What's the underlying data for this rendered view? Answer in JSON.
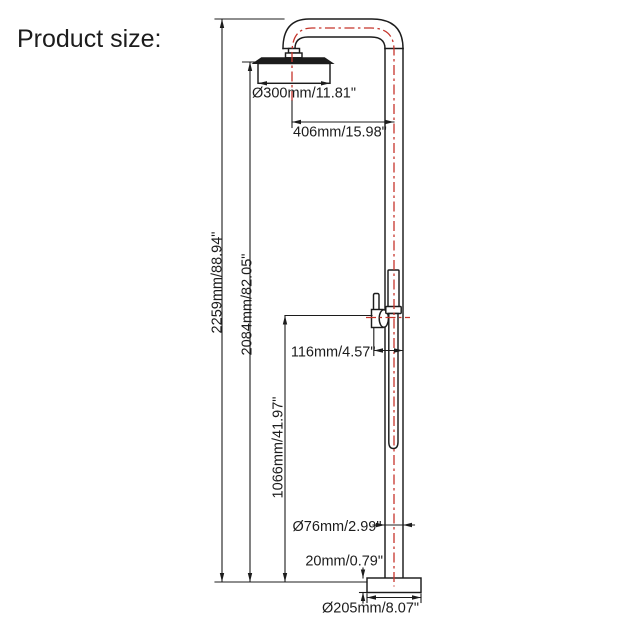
{
  "page": {
    "title": "Product size:"
  },
  "colors": {
    "line": "#1c1c1c",
    "centerline": "#c5342b",
    "background": "#ffffff",
    "text": "#1c1c1c"
  },
  "diagram": {
    "subject": "freestanding shower column technical drawing",
    "labels": {
      "head_diameter": "Ø300mm/11.81\"",
      "arm_reach": "406mm/15.98\"",
      "total_height": "2259mm/88.94\"",
      "height_to_head": "2084mm/82.05\"",
      "valve_depth": "116mm/4.57\"",
      "height_to_valve": "1066mm/41.97\"",
      "pipe_diameter": "Ø76mm/2.99\"",
      "base_thickness": "20mm/0.79\"",
      "base_diameter": "Ø205mm/8.07\""
    }
  }
}
